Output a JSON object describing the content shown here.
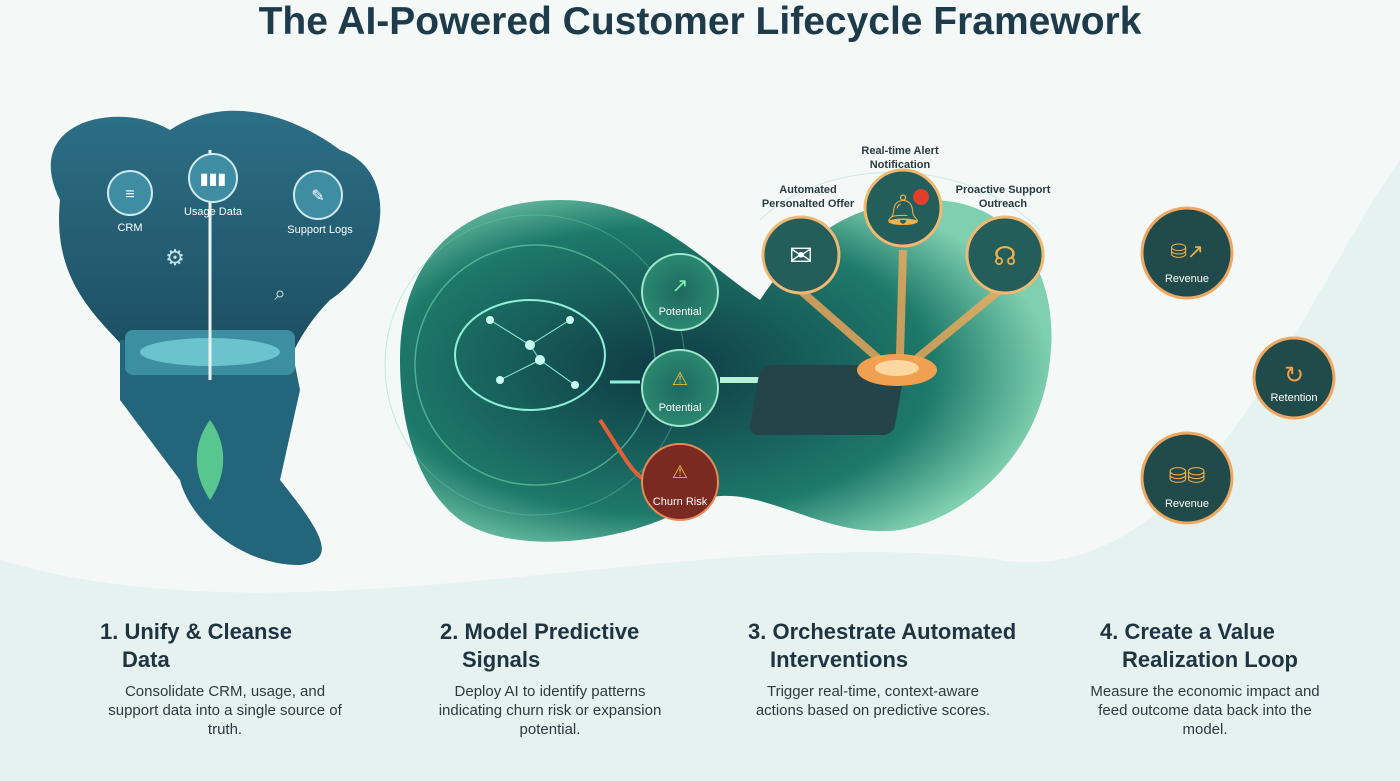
{
  "title": "The AI-Powered Customer Lifecycle Framework",
  "colors": {
    "title": "#1d3b4b",
    "teal_dark": "#1d5a6a",
    "green": "#2fa07a",
    "orange": "#e8893a",
    "background": "#f4f9f8"
  },
  "data_sources": [
    {
      "label": "CRM",
      "icon": "database-icon"
    },
    {
      "label": "Usage Data",
      "icon": "bar-chart-icon"
    },
    {
      "label": "Support Logs",
      "icon": "document-edit-icon"
    }
  ],
  "signals": [
    {
      "label": "Potential",
      "icon": "trend-up-icon"
    },
    {
      "label": "Potential",
      "icon": "warning-trend-down-icon"
    },
    {
      "label": "Churn Risk",
      "icon": "warning-trend-down-icon"
    }
  ],
  "interventions": [
    {
      "label": "Automated Personalted Offer",
      "line1": "Automated",
      "line2": "Personalted Offer",
      "icon": "email-icon"
    },
    {
      "label": "Real-time Alert Notification",
      "line1": "Real-time Alert",
      "line2": "Notification",
      "icon": "bell-alert-icon"
    },
    {
      "label": "Proactive Support Outreach",
      "line1": "Proactive Support",
      "line2": "Outreach",
      "icon": "headset-chat-icon"
    }
  ],
  "outcomes": [
    {
      "label": "Revenue",
      "icon": "coins-growth-icon"
    },
    {
      "label": "Retention",
      "icon": "cycle-arrow-icon"
    },
    {
      "label": "Revenue",
      "icon": "coins-icon"
    }
  ],
  "steps": [
    {
      "title_line1": "1. Unify & Cleanse",
      "title_line2": "Data",
      "body": "Consolidate CRM, usage, and support data into a single source of truth."
    },
    {
      "title_line1": "2. Model Predictive",
      "title_line2": "Signals",
      "body": "Deploy AI to identify patterns indicating churn risk or expansion potential."
    },
    {
      "title_line1": "3. Orchestrate Automated",
      "title_line2": "Interventions",
      "body": "Trigger real-time, context-aware actions based on predictive scores."
    },
    {
      "title_line1": "4. Create a Value",
      "title_line2": "Realization Loop",
      "body": "Measure the economic impact and feed outcome data back into the model."
    }
  ]
}
